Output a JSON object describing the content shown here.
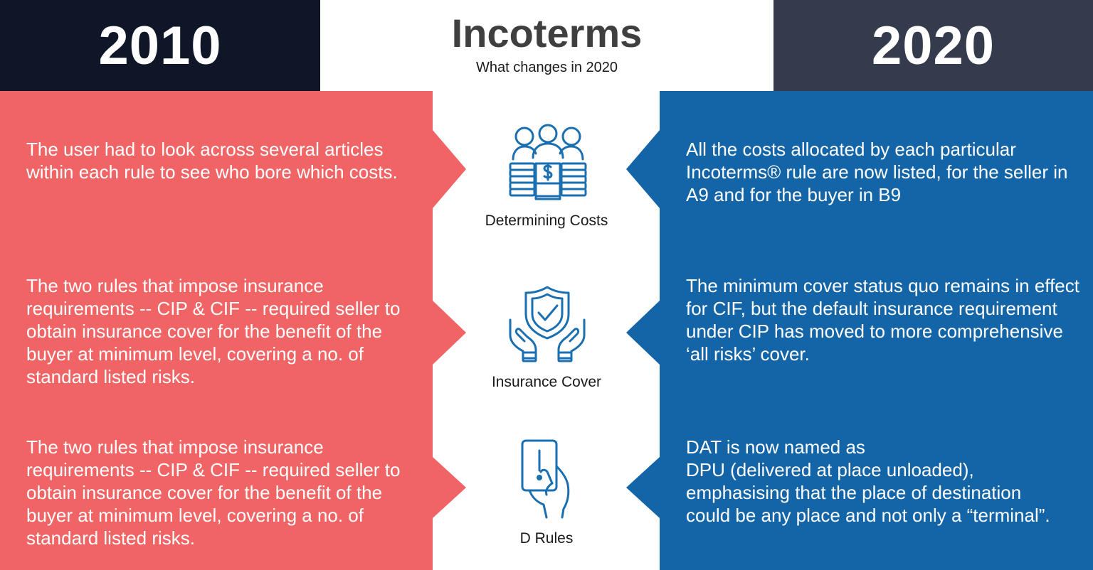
{
  "header": {
    "year_left": "2010",
    "year_right": "2020",
    "title": "Incoterms",
    "subtitle": "What changes in 2020"
  },
  "colors": {
    "left_band": "#f06465",
    "right_band": "#1465a8",
    "left_header": "#0e1628",
    "right_header": "#333b4d",
    "icon_stroke": "#1a6fb0"
  },
  "rows": [
    {
      "label": "Determining Costs",
      "icon": "coins-people-icon",
      "left_text": "The user had to look across several articles within each rule to see who bore which costs.",
      "right_text": "All the costs allocated by each particular Incoterms® rule are now listed, for the seller in A9 and for the buyer in B9"
    },
    {
      "label": "Insurance Cover",
      "icon": "shield-hands-icon",
      "left_text": "The two rules that impose insurance requirements -- CIP & CIF -- required seller to obtain insurance cover for the benefit of the buyer at minimum level, covering a no. of standard listed risks.",
      "right_text": "The minimum cover status quo remains in effect for CIF, but the default insurance requirement under CIP has moved to more comprehensive ‘all risks’ cover."
    },
    {
      "label": "D Rules",
      "icon": "hand-card-alert-icon",
      "left_text": "The two rules that impose insurance requirements -- CIP & CIF -- required seller to obtain insurance cover for the benefit of the buyer at minimum level, covering a no. of standard listed risks.",
      "right_text_lines": [
        "DAT is now named as",
        "DPU (delivered at place unloaded),",
        "emphasising that the place of destination",
        "could be any place and not only a “terminal”."
      ]
    }
  ]
}
